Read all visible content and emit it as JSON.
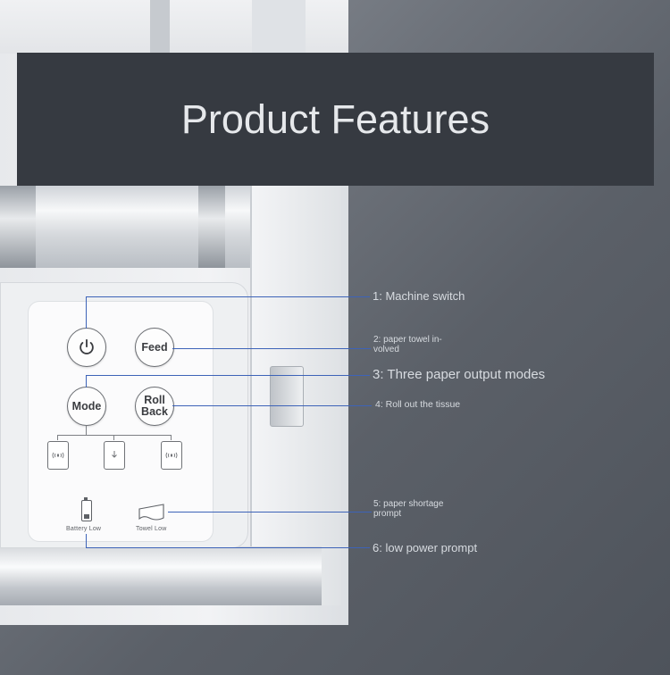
{
  "header": {
    "title": "Product Features"
  },
  "panel": {
    "buttons": {
      "feed": "Feed",
      "mode": "Mode",
      "roll_back": "Roll\nBack"
    },
    "indicators": {
      "battery": "Battery Low",
      "towel": "Towel Low"
    }
  },
  "annotations": [
    {
      "label": "1: Machine switch"
    },
    {
      "label": "2: paper towel in-\nvolved"
    },
    {
      "label": "3: Three paper output modes"
    },
    {
      "label": "4: Roll out the tissue"
    },
    {
      "label": "5: paper shortage\nprompt"
    },
    {
      "label": "6: low power prompt"
    }
  ],
  "colors": {
    "header_bg": "#363a41",
    "annotation_line": "#3d63b8",
    "annotation_text": "#d7dbe0"
  },
  "icons": [
    "power-icon",
    "sensor-icon",
    "tissue-pull-icon",
    "battery-icon",
    "towel-icon"
  ]
}
